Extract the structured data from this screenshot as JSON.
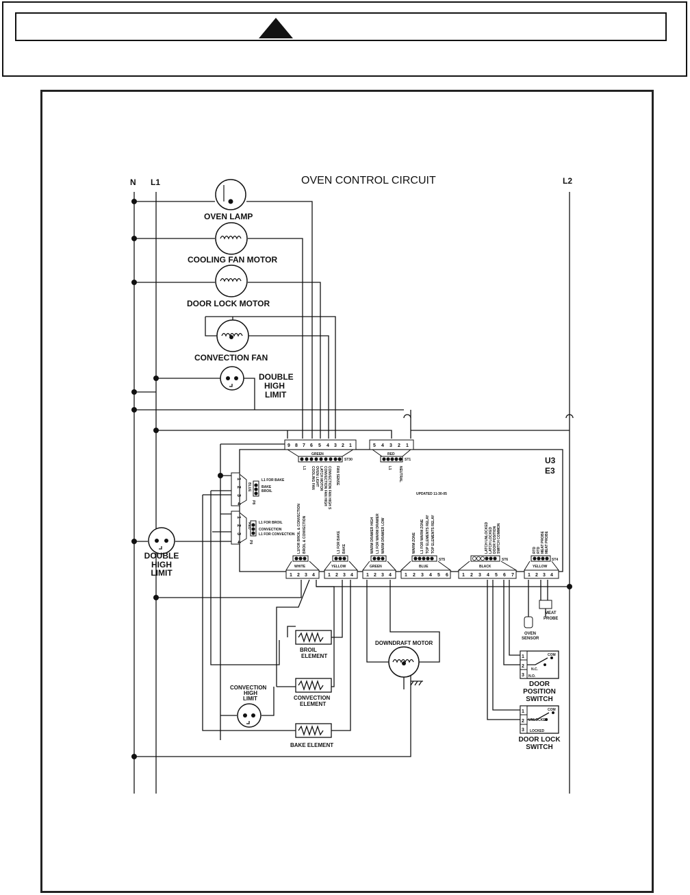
{
  "header": {
    "warning_icon": "warning-triangle-icon"
  },
  "diagram": {
    "title": "OVEN CONTROL CIRCUIT",
    "lines": {
      "neutral": "N",
      "line1": "L1",
      "line2": "L2"
    },
    "components": {
      "oven_lamp": "OVEN LAMP",
      "cooling_fan_motor": "COOLING FAN MOTOR",
      "door_lock_motor": "DOOR LOCK MOTOR",
      "convection_fan": "CONVECTION FAN",
      "double_high_limit_top": [
        "DOUBLE",
        "HIGH",
        "LIMIT"
      ],
      "double_high_limit_left": [
        "DOUBLE",
        "HIGH",
        "LIMIT"
      ],
      "broil_element": [
        "BROIL",
        "ELEMENT"
      ],
      "convection_element": [
        "CONVECTION",
        "ELEMENT"
      ],
      "convection_high_limit": [
        "CONVECTION",
        "HIGH",
        "LIMIT"
      ],
      "bake_element": "BAKE ELEMENT",
      "downdraft_motor": "DOWNDRAFT MOTOR",
      "oven_sensor": [
        "OVEN",
        "SENSOR"
      ],
      "meat_probe": [
        "MEAT",
        "PROBE"
      ],
      "door_position_switch": [
        "DOOR",
        "POSITION",
        "SWITCH"
      ],
      "door_lock_switch": [
        "DOOR LOCK",
        "SWITCH"
      ]
    },
    "control": {
      "id_lines": [
        "U3",
        "E3"
      ],
      "updated": "UPDATED 11-30-05",
      "top_connectors": [
        {
          "color": "GREEN",
          "code": "ST30",
          "pins": [
            "9",
            "8",
            "7",
            "6",
            "5",
            "4",
            "3",
            "2",
            "1"
          ]
        },
        {
          "color": "RED",
          "code": "ST1",
          "pins": [
            "5",
            "4",
            "3",
            "2",
            "1"
          ]
        }
      ],
      "top_pin_labels": [
        "L1",
        "COOLING FAN",
        "OVEN LIGHT",
        "LATCH MOTOR",
        "CONVECTION FAN HIGH",
        "CONVECTION FAN HIGH S",
        "FAN SENSE"
      ],
      "red_pin_labels": [
        "L1",
        "NEUTRAL"
      ],
      "side_connectors": [
        {
          "color": "BLUE",
          "code": "P8",
          "pins": [
            "1",
            "2",
            "3",
            "4"
          ],
          "labels": [
            "L1 FOR BAKE",
            "BAKE",
            "BROIL"
          ]
        },
        {
          "color": "RED",
          "code": "P9",
          "pins": [
            "1",
            "2",
            "3",
            "4"
          ],
          "labels": [
            "L1 FOR BROIL",
            "CONVECTION",
            "L1 FOR CONVECTION"
          ]
        }
      ],
      "bottom_connectors": [
        {
          "color": "WHITE",
          "pins": [
            "1",
            "2",
            "3",
            "4"
          ],
          "labels": [
            "L1FOR BROIL & CONVECTION",
            "BROIL & CONVECTION"
          ]
        },
        {
          "color": "YELLOW",
          "pins": [
            "1",
            "2",
            "3",
            "4"
          ],
          "labels": [
            "L1 FOR BAKE",
            "BAKE"
          ]
        },
        {
          "color": "GREEN",
          "pins": [
            "1",
            "2",
            "3",
            "4"
          ],
          "labels": [
            "WARM DRAWER HIGH",
            "L1 FOR WARM DRAWER",
            "WARM DRAWER LOW"
          ]
        },
        {
          "color": "BLUE",
          "code": "ST5",
          "pins": [
            "1",
            "2",
            "3",
            "4",
            "5",
            "6"
          ],
          "labels": [
            "WARM ZONE",
            "L1 FOR WARM ZONE",
            "TOP ELEMENTS RELAY",
            "TOP ELEMENTS RELAY"
          ]
        },
        {
          "color": "BLACK",
          "code": "ST6",
          "pins": [
            "1",
            "2",
            "3",
            "4",
            "5",
            "6",
            "7"
          ],
          "labels": [
            "LATCH UNLOCKED",
            "LATCH LOCKED",
            "DOOR POSITION",
            "SWITCH COMMON"
          ]
        },
        {
          "color": "YELLOW",
          "code": "ST4",
          "pins": [
            "1",
            "2",
            "3",
            "4"
          ],
          "labels": [
            "RTD",
            "RTD",
            "MEAT PROBE",
            "MEAT PROBE"
          ]
        }
      ]
    },
    "switch_labels": {
      "com": "COM",
      "nc": "N.C.",
      "no": "N.O.",
      "unlocked": "UNLOCKED",
      "locked": "LOCKED",
      "pins": [
        "1",
        "2",
        "3"
      ]
    }
  }
}
